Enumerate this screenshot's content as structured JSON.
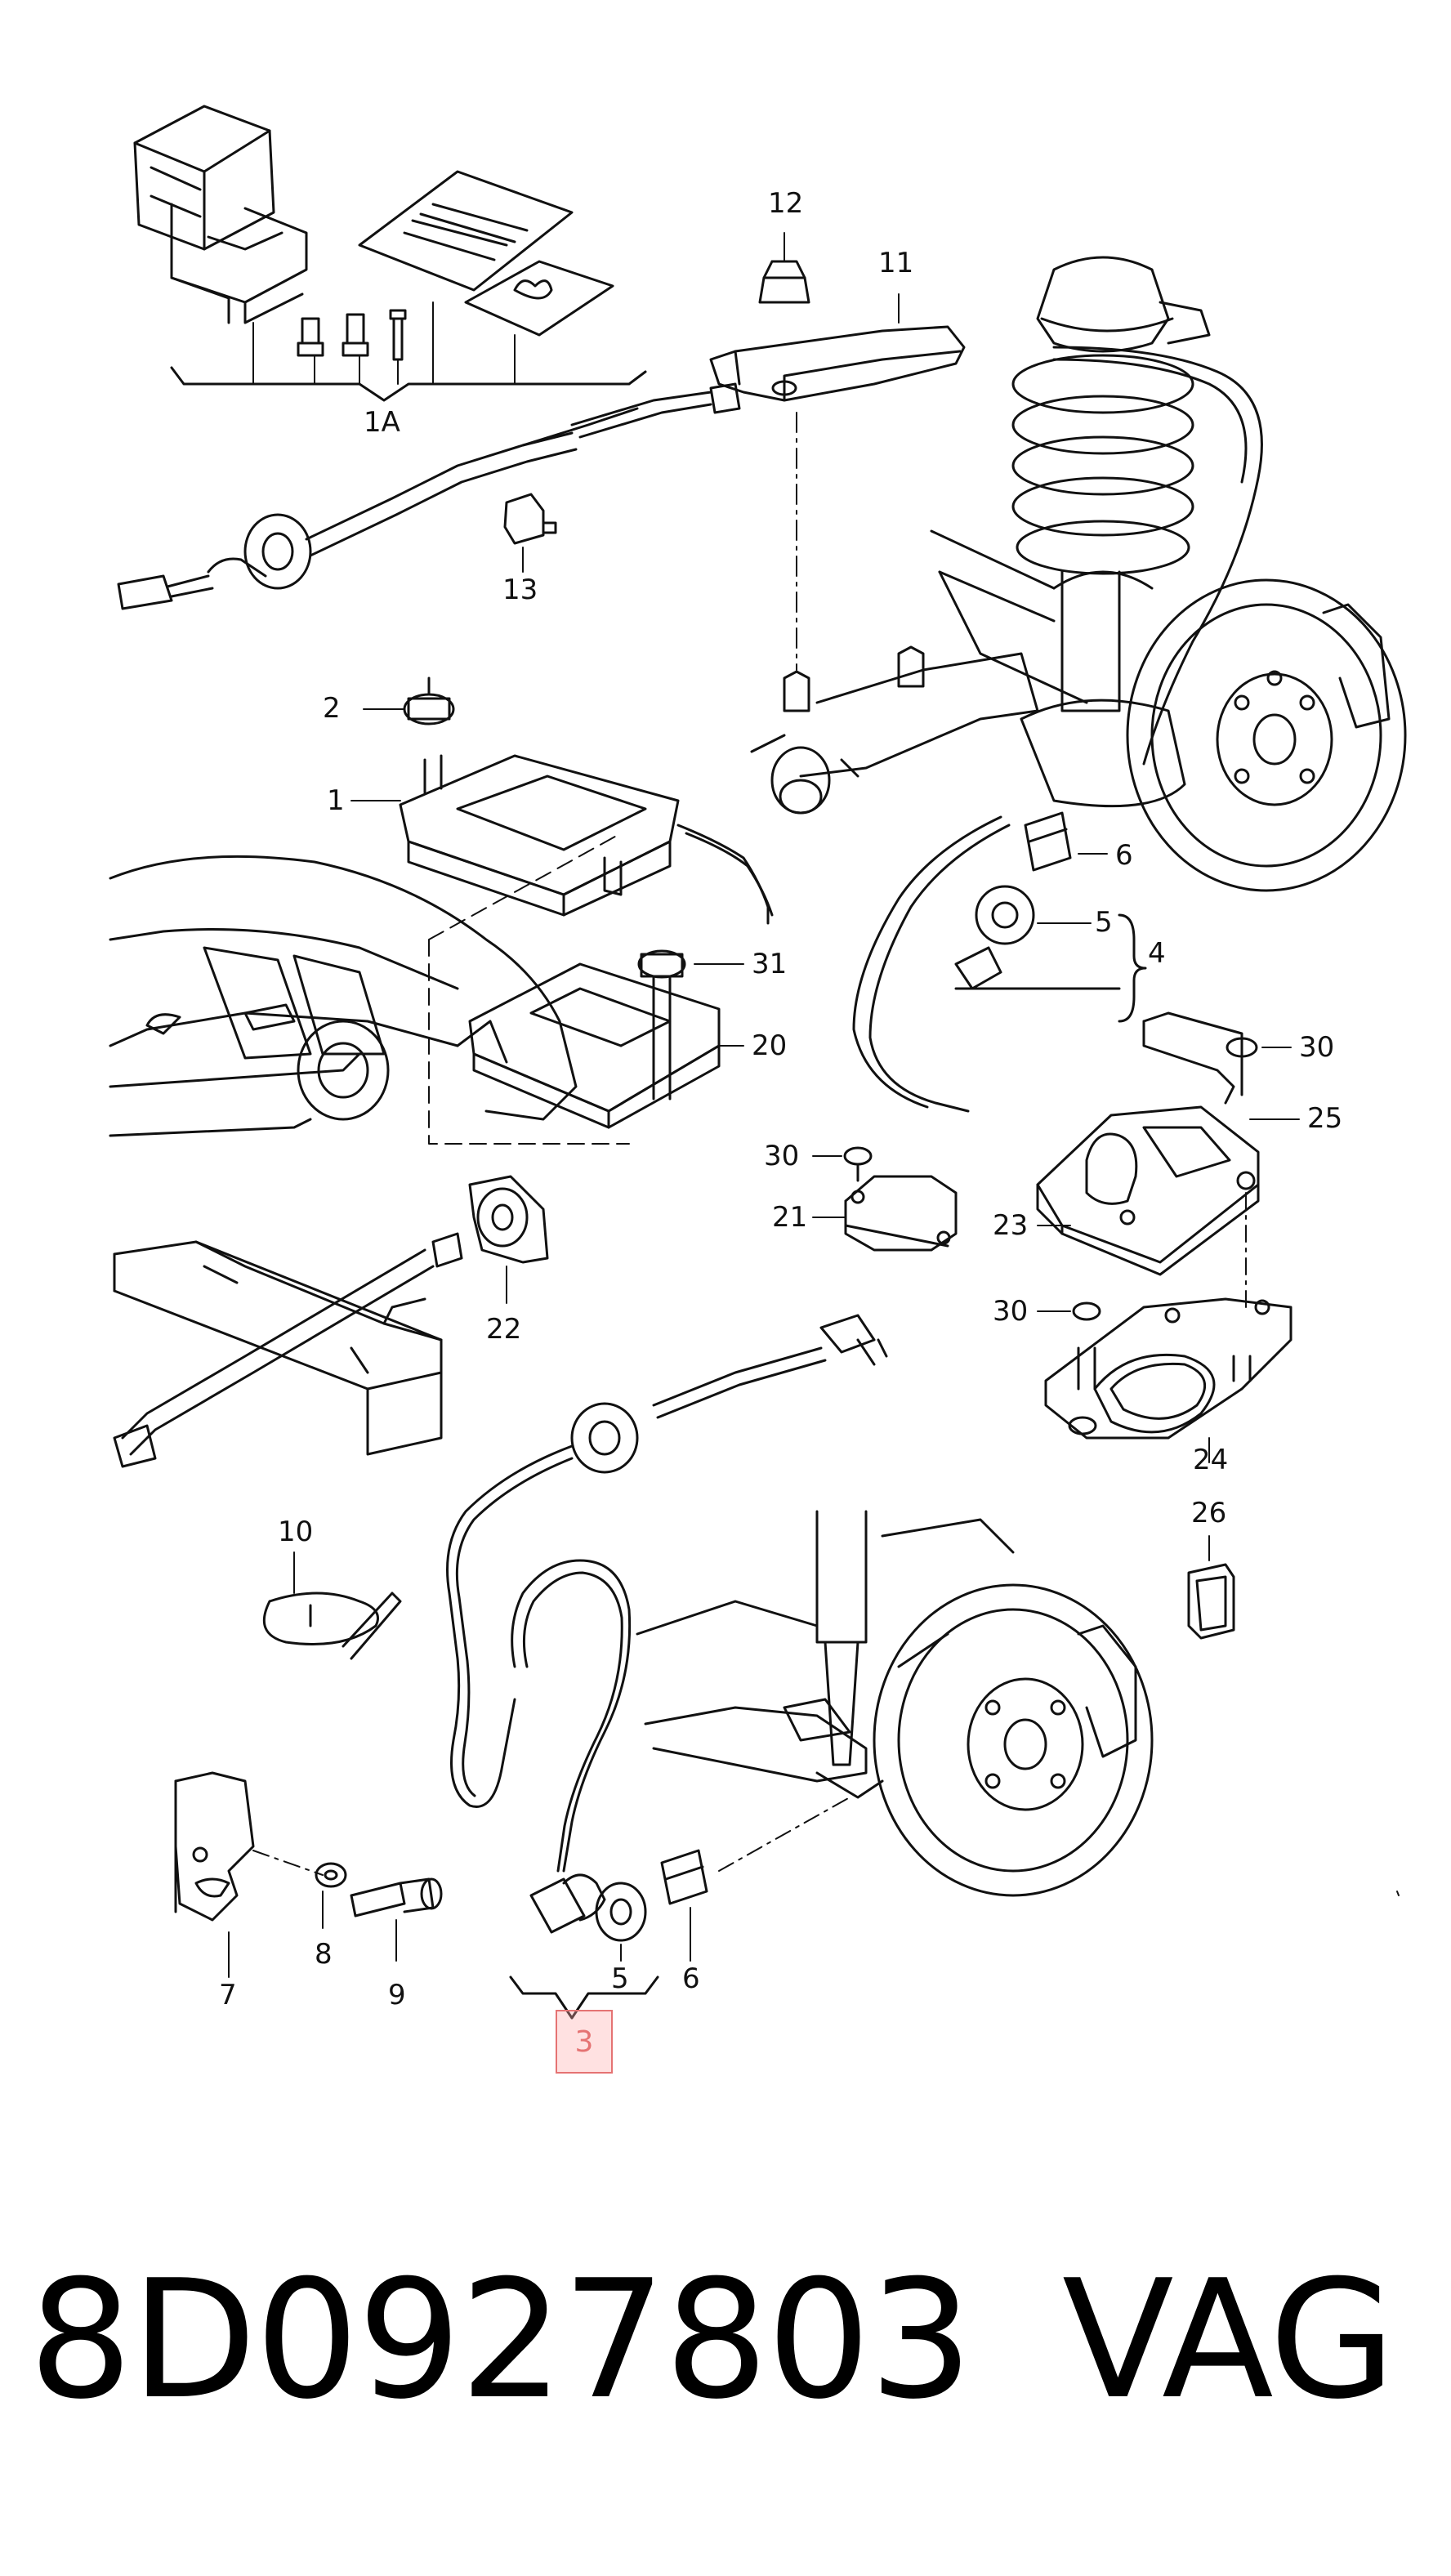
{
  "labels": {
    "l12": "12",
    "l11": "11",
    "l1A": "1A",
    "l13": "13",
    "l2": "2",
    "l1": "1",
    "l6a": "6",
    "l5a": "5",
    "l4": "4",
    "l31": "31",
    "l20": "20",
    "l30a": "30",
    "l25": "25",
    "l30b": "30",
    "l21": "21",
    "l23": "23",
    "l22": "22",
    "l30c": "30",
    "l24": "24",
    "l26": "26",
    "l10": "10",
    "l8": "8",
    "l9": "9",
    "l7": "7",
    "l5b": "5",
    "l6b": "6"
  },
  "highlight": {
    "label": "3"
  },
  "caption": {
    "part_number": "8D0927803",
    "brand": "VAG"
  }
}
